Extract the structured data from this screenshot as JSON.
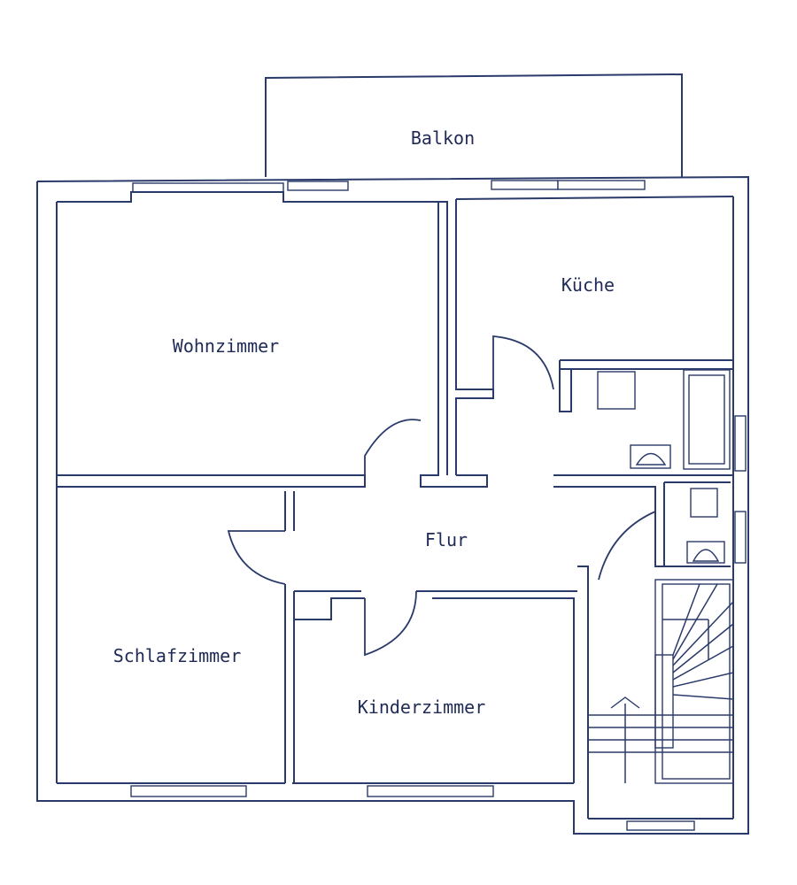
{
  "rooms": {
    "balkon": "Balkon",
    "kueche": "Küche",
    "wohnzimmer": "Wohnzimmer",
    "flur": "Flur",
    "schlafzimmer": "Schlafzimmer",
    "kinderzimmer": "Kinderzimmer"
  },
  "colors": {
    "ink": "#2a3a6a",
    "background": "#ffffff"
  }
}
